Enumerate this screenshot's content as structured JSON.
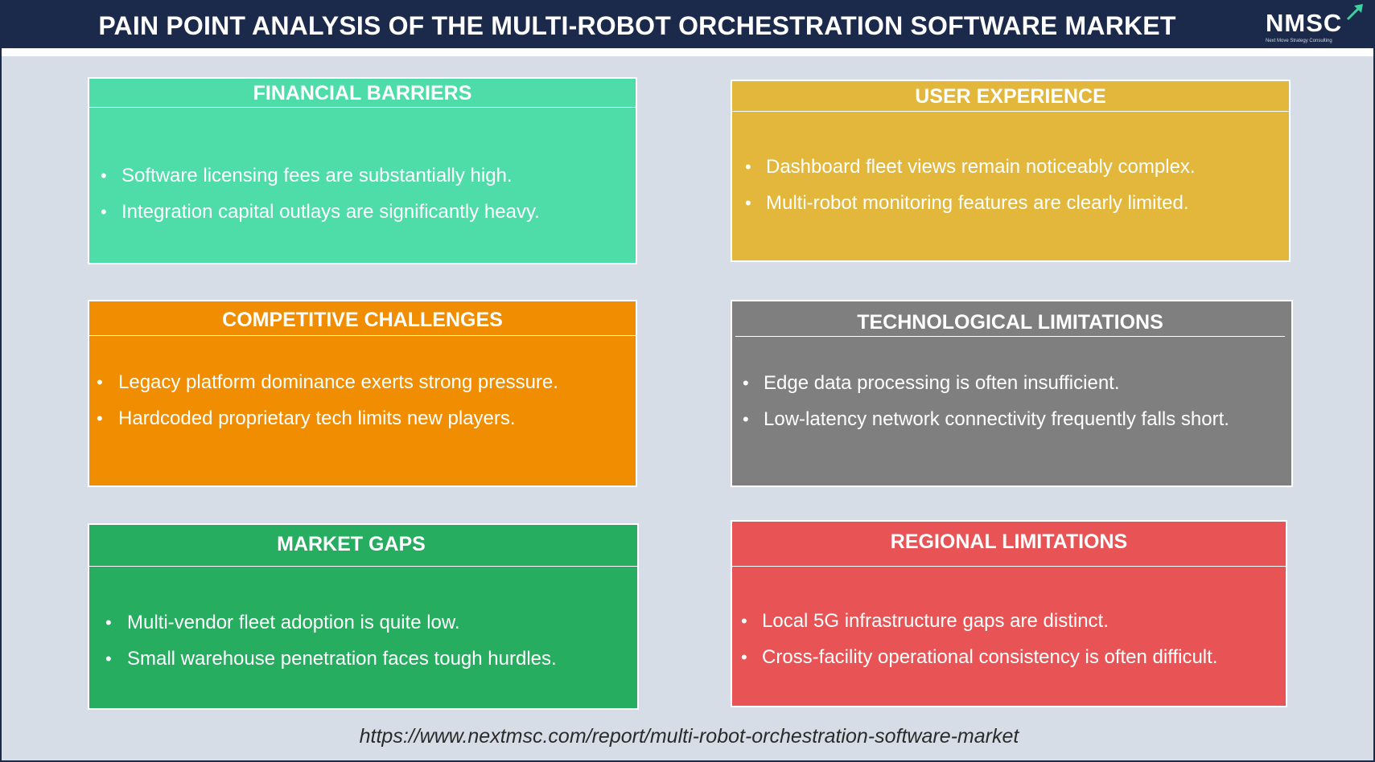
{
  "header": {
    "title": "PAIN POINT ANALYSIS OF THE MULTI-ROBOT ORCHESTRATION SOFTWARE MARKET",
    "logo_text": "NMSC",
    "logo_tagline": "Next Move Strategy Consulting",
    "logo_icon": "arrow-icon"
  },
  "colors": {
    "header_bg": "#1b2a4a",
    "background": "#d6dde6",
    "financial": "#4edca8",
    "user_experience": "#e2b73c",
    "competitive": "#f08d00",
    "technological": "#7f7f7f",
    "market_gaps": "#27ad60",
    "regional": "#e85455"
  },
  "cards": {
    "financial": {
      "title": "FINANCIAL BARRIERS",
      "bullets": [
        "Software licensing fees are substantially high.",
        "Integration capital outlays are significantly heavy."
      ]
    },
    "user_experience": {
      "title": "USER EXPERIENCE",
      "bullets": [
        "Dashboard fleet views remain noticeably complex.",
        "Multi-robot monitoring features are clearly limited."
      ]
    },
    "competitive": {
      "title": "COMPETITIVE CHALLENGES",
      "bullets": [
        "Legacy platform dominance exerts strong pressure.",
        "Hardcoded proprietary tech limits new players."
      ]
    },
    "technological": {
      "title": "TECHNOLOGICAL LIMITATIONS",
      "bullets": [
        "Edge data processing is often insufficient.",
        "Low-latency network connectivity frequently falls short."
      ]
    },
    "market_gaps": {
      "title": "MARKET GAPS",
      "bullets": [
        "Multi-vendor fleet adoption is quite low.",
        "Small warehouse penetration faces tough hurdles."
      ]
    },
    "regional": {
      "title": "REGIONAL LIMITATIONS",
      "bullets": [
        "Local 5G infrastructure gaps are distinct.",
        "Cross-facility operational consistency is often difficult."
      ]
    }
  },
  "bullet_char": "•",
  "footer": {
    "url": "https://www.nextmsc.com/report/multi-robot-orchestration-software-market"
  }
}
